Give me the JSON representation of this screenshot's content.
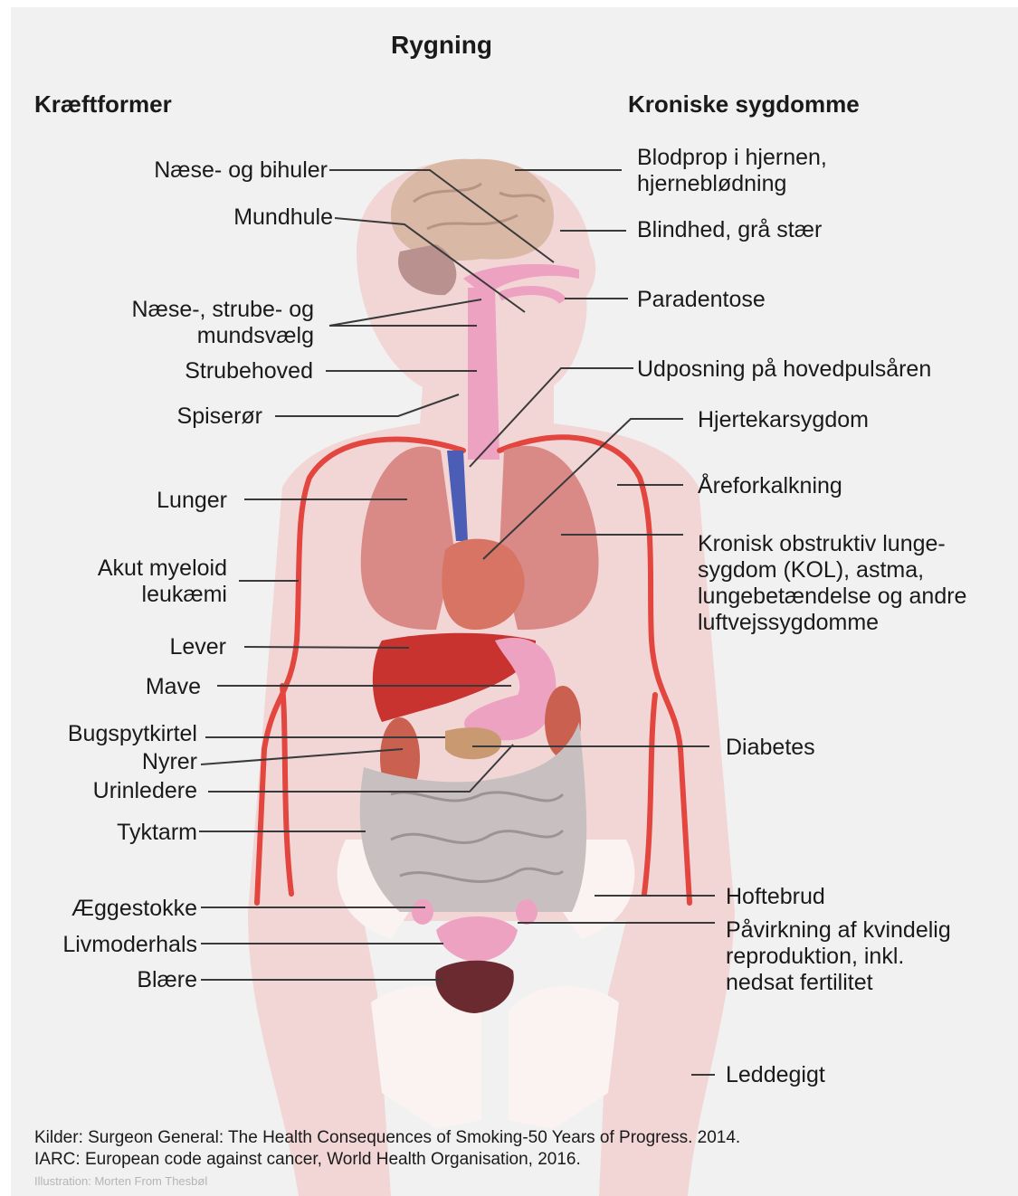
{
  "title": "Rygning",
  "left_heading": "Kræftformer",
  "right_heading": "Kroniske sygdomme",
  "cancer_types": [
    "Næse- og bihuler",
    "Mundhule",
    "Næse-, strube- og",
    "mundsvælg",
    "Strubehoved",
    "Spiserør",
    "Lunger",
    "Akut myeloid",
    "leukæmi",
    "Lever",
    "Mave",
    "Bugspytkirtel",
    "Nyrer",
    "Urinledere",
    "Tyktarm",
    "Æggestokke",
    "Livmoderhals",
    "Blære"
  ],
  "chronic_diseases": [
    "Blodprop i hjernen,",
    "hjerneblødning",
    "Blindhed, grå stær",
    "Paradentose",
    "Udposning på hovedpulsåren",
    "Hjertekarsygdom",
    "Åreforkalkning",
    "Kronisk obstruktiv lunge-",
    "sygdom (KOL), astma,",
    "lungebetændelse og andre",
    "luftvejssygdomme",
    "Diabetes",
    "Hoftebrud",
    "Påvirkning af kvindelig",
    "reproduktion, inkl.",
    "nedsat fertilitet",
    "Leddegigt"
  ],
  "sources": [
    "Kilder: Surgeon General: The Health Consequences of Smoking-50 Years of Progress. 2014.",
    "IARC: European code against cancer, World Health Organisation, 2016."
  ],
  "credit": "Illustration: Morten From Thesbøl",
  "colors": {
    "body": "#f2d6d6",
    "organ_pink": "#eea2c1",
    "lung": "#d98a86",
    "heart": "#d87464",
    "liver": "#c9332f",
    "brain": "#d9b8a6",
    "artery": "#e2463e",
    "intestine": "#c8c0c0",
    "line": "#3a3a3a"
  }
}
